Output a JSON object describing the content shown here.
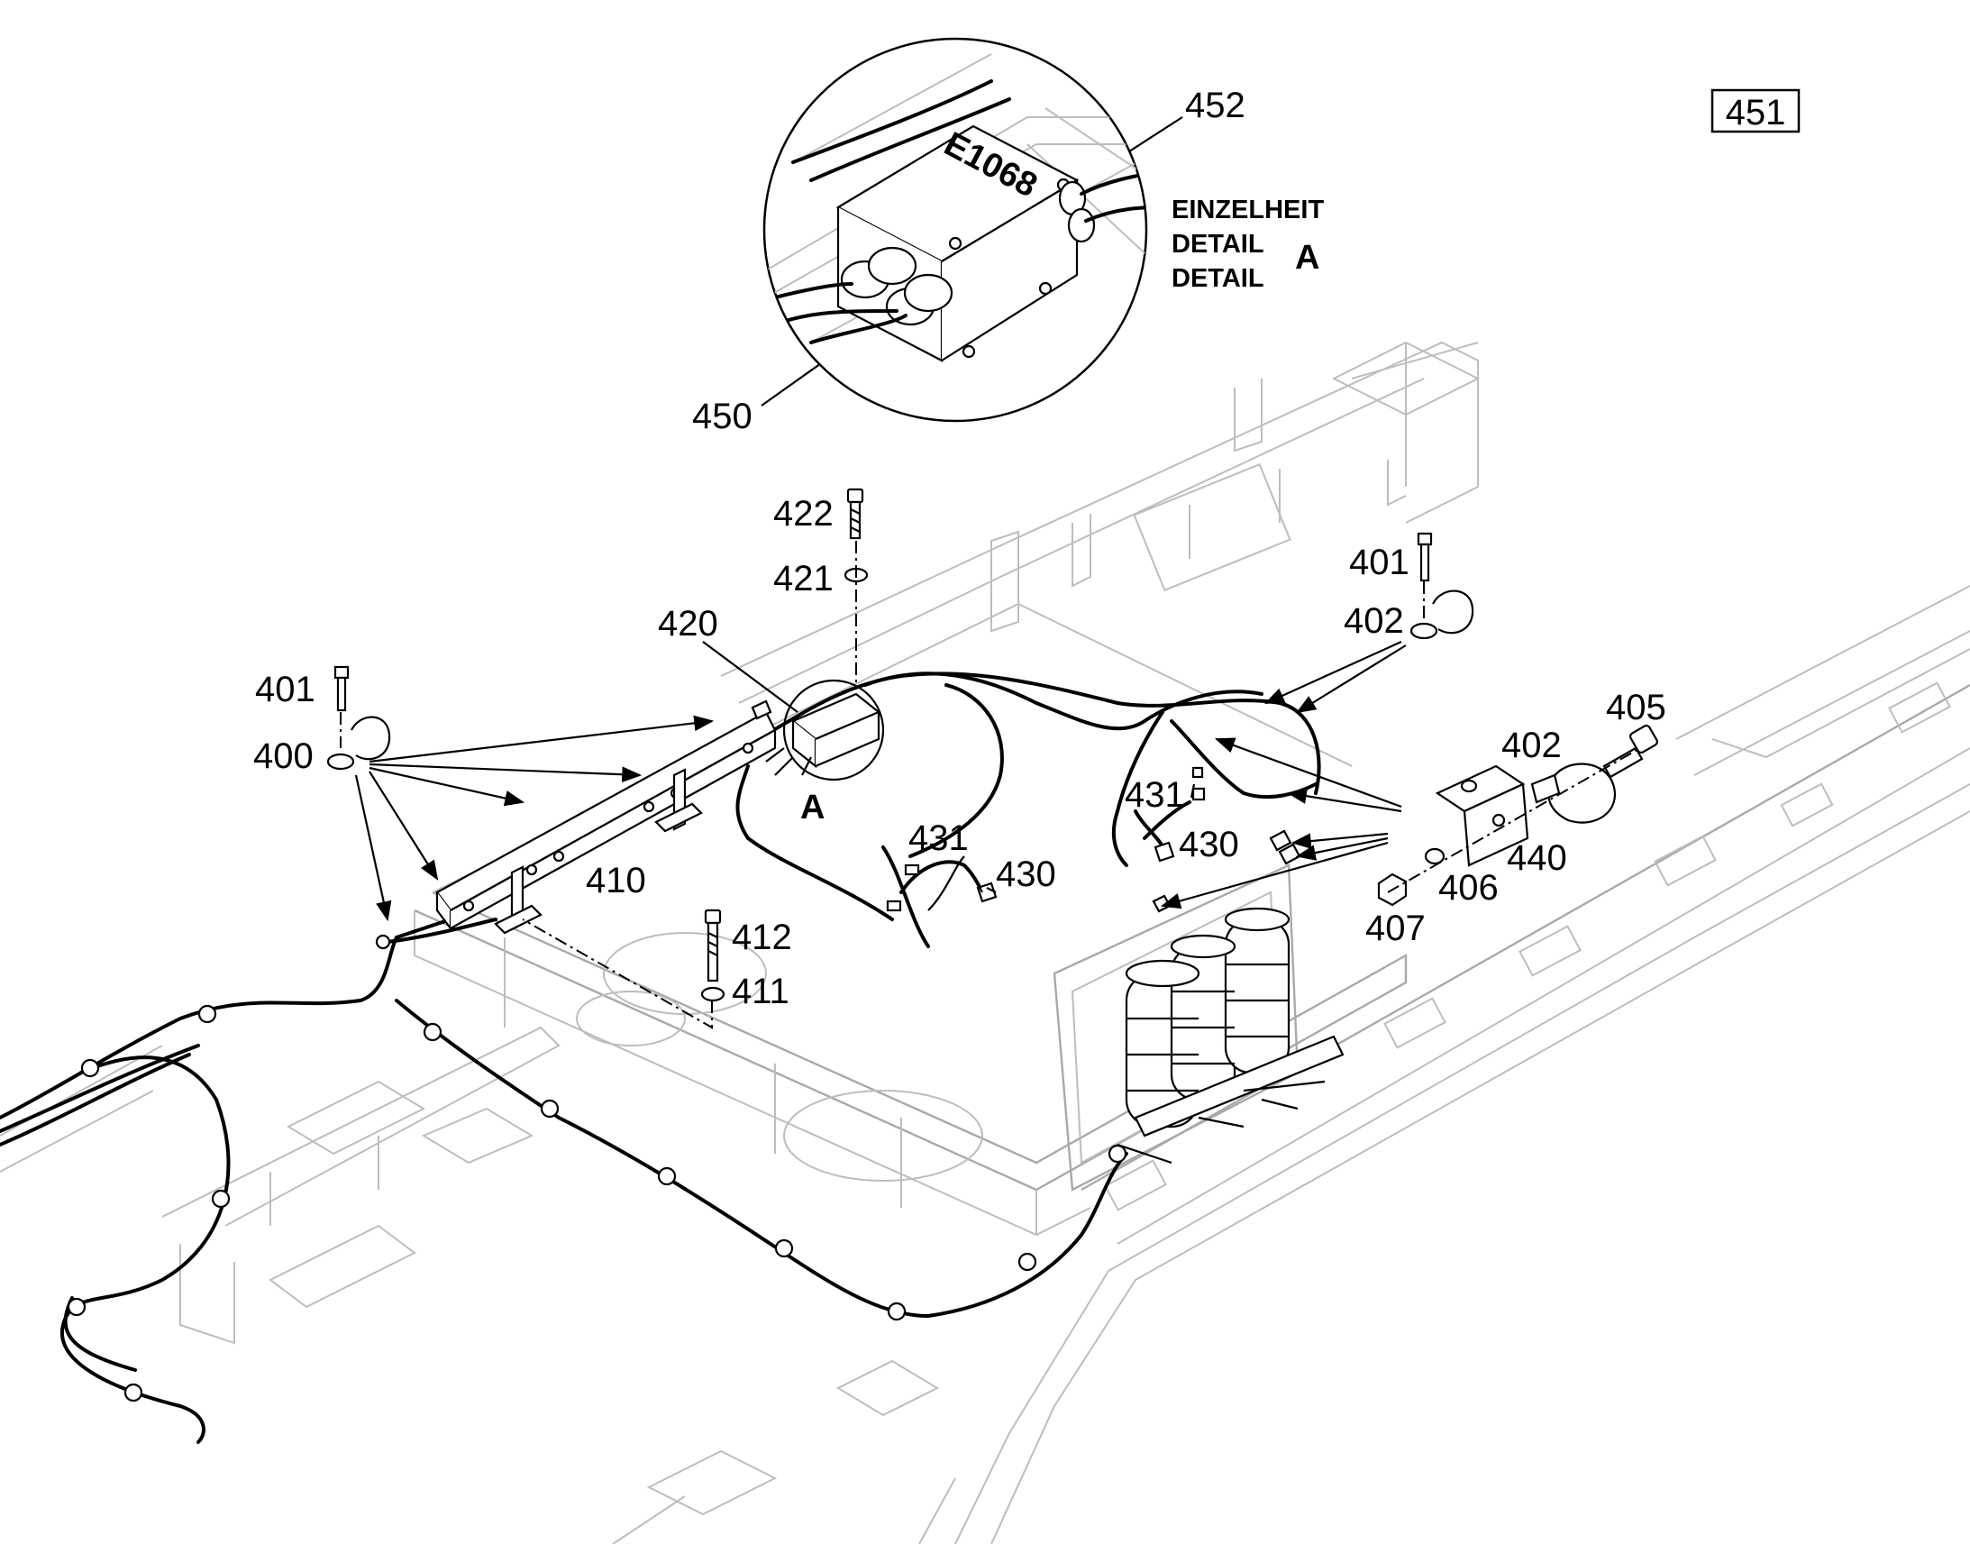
{
  "drawing_number": "451",
  "detail": {
    "lines": [
      "EINZELHEIT",
      "DETAIL",
      "DETAIL"
    ],
    "letter": "A",
    "box_marking": "E1068"
  },
  "view_marker": "A",
  "callouts": [
    {
      "id": "c452",
      "text": "452"
    },
    {
      "id": "c450",
      "text": "450"
    },
    {
      "id": "c422",
      "text": "422"
    },
    {
      "id": "c421",
      "text": "421"
    },
    {
      "id": "c420",
      "text": "420"
    },
    {
      "id": "c401a",
      "text": "401"
    },
    {
      "id": "c400",
      "text": "400"
    },
    {
      "id": "c401b",
      "text": "401"
    },
    {
      "id": "c402a",
      "text": "402"
    },
    {
      "id": "c405",
      "text": "405"
    },
    {
      "id": "c402b",
      "text": "402"
    },
    {
      "id": "c431a",
      "text": "431"
    },
    {
      "id": "c430a",
      "text": "430"
    },
    {
      "id": "c440",
      "text": "440"
    },
    {
      "id": "c406",
      "text": "406"
    },
    {
      "id": "c407",
      "text": "407"
    },
    {
      "id": "c431b",
      "text": "431"
    },
    {
      "id": "c430b",
      "text": "430"
    },
    {
      "id": "c410",
      "text": "410"
    },
    {
      "id": "c412",
      "text": "412"
    },
    {
      "id": "c411",
      "text": "411"
    }
  ]
}
